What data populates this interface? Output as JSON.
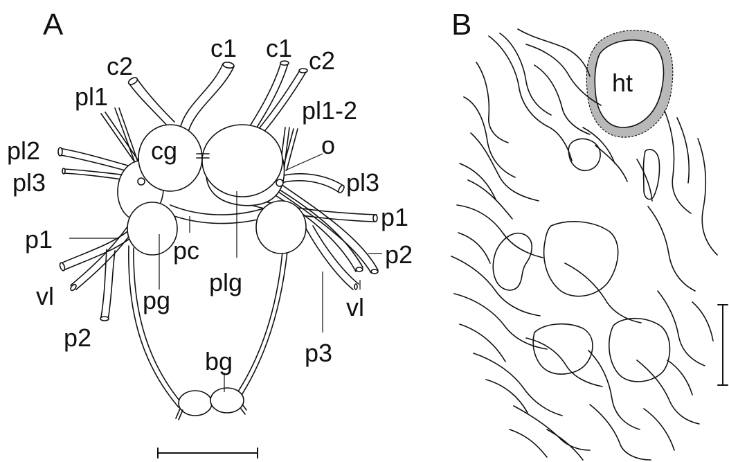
{
  "panels": {
    "a": {
      "letter": "A",
      "labels": {
        "c1_left": "c1",
        "c2_left": "c2",
        "c1_right": "c1",
        "c2_right": "c2",
        "pl1": "pl1",
        "pl1_2": "pl1-2",
        "pl2": "pl2",
        "pl3_left": "pl3",
        "pl3_right": "pl3",
        "cg": "cg",
        "o": "o",
        "p1_left": "p1",
        "p1_right": "p1",
        "p2_left": "p2",
        "p2_right": "p2",
        "vl_left": "vl",
        "vl_right": "vl",
        "pc": "pc",
        "plg": "plg",
        "pg": "pg",
        "p3": "p3",
        "bg": "bg"
      }
    },
    "b": {
      "letter": "B",
      "labels": {
        "ht": "ht"
      },
      "colors": {
        "ht_wall": "#b8b8b8"
      }
    }
  }
}
